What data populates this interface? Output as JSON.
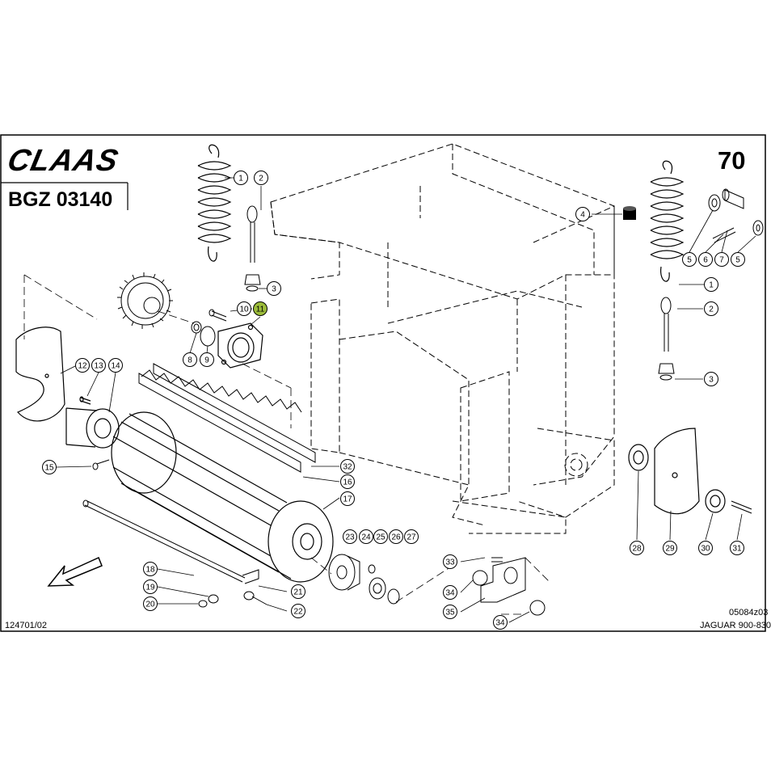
{
  "header": {
    "brand": "CLAAS",
    "section": "BGZ 03140",
    "page_number": "70"
  },
  "footer": {
    "document_id": "124701/02",
    "drawing_id": "05084z03",
    "model": "JAGUAR 900-830"
  },
  "callouts": [
    {
      "label": "1",
      "highlighted": false
    },
    {
      "label": "2",
      "highlighted": false
    },
    {
      "label": "3",
      "highlighted": false
    },
    {
      "label": "4",
      "highlighted": false
    },
    {
      "label": "5",
      "highlighted": false
    },
    {
      "label": "6",
      "highlighted": false
    },
    {
      "label": "7",
      "highlighted": false
    },
    {
      "label": "5",
      "highlighted": false
    },
    {
      "label": "1",
      "highlighted": false
    },
    {
      "label": "2",
      "highlighted": false
    },
    {
      "label": "3",
      "highlighted": false
    },
    {
      "label": "10",
      "highlighted": false
    },
    {
      "label": "11",
      "highlighted": true
    },
    {
      "label": "8",
      "highlighted": false
    },
    {
      "label": "9",
      "highlighted": false
    },
    {
      "label": "12",
      "highlighted": false
    },
    {
      "label": "13",
      "highlighted": false
    },
    {
      "label": "14",
      "highlighted": false
    },
    {
      "label": "15",
      "highlighted": false
    },
    {
      "label": "32",
      "highlighted": false
    },
    {
      "label": "16",
      "highlighted": false
    },
    {
      "label": "17",
      "highlighted": false
    },
    {
      "label": "18",
      "highlighted": false
    },
    {
      "label": "19",
      "highlighted": false
    },
    {
      "label": "20",
      "highlighted": false
    },
    {
      "label": "21",
      "highlighted": false
    },
    {
      "label": "22",
      "highlighted": false
    },
    {
      "label": "23",
      "highlighted": false
    },
    {
      "label": "24",
      "highlighted": false
    },
    {
      "label": "25",
      "highlighted": false
    },
    {
      "label": "26",
      "highlighted": false
    },
    {
      "label": "27",
      "highlighted": false
    },
    {
      "label": "33",
      "highlighted": false
    },
    {
      "label": "34",
      "highlighted": false
    },
    {
      "label": "35",
      "highlighted": false
    },
    {
      "label": "34",
      "highlighted": false
    },
    {
      "label": "28",
      "highlighted": false
    },
    {
      "label": "29",
      "highlighted": false
    },
    {
      "label": "30",
      "highlighted": false
    },
    {
      "label": "31",
      "highlighted": false
    }
  ],
  "colors": {
    "line": "#000000",
    "highlight": "#9bbb3a",
    "background": "#ffffff"
  }
}
